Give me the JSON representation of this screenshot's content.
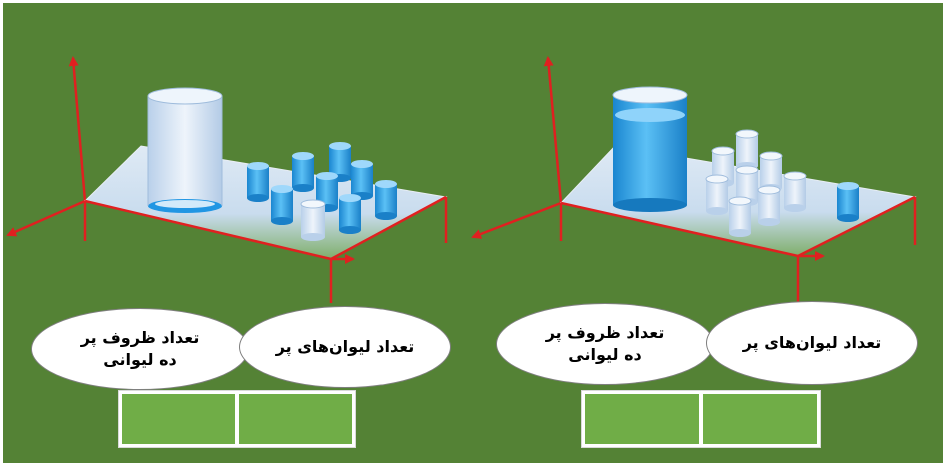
{
  "scenes": [
    {
      "ellipse_left": {
        "line1": "تعداد ظروف پر",
        "line2": "ده لیوانی"
      },
      "ellipse_right": {
        "line1": "تعداد لیوان‌های پر"
      }
    },
    {
      "ellipse_left": {
        "line1": "تعداد ظروف پر",
        "line2": "ده لیوانی"
      },
      "ellipse_right": {
        "line1": "تعداد لیوان‌های پر"
      }
    }
  ],
  "colors": {
    "background": "#548235",
    "axis": "#e02020",
    "answer_box": "#70ad47",
    "water": "#1f8fd8"
  },
  "icons": [
    "large-container-icon",
    "small-glass-icon",
    "table-icon",
    "axis-arrow-icon"
  ]
}
